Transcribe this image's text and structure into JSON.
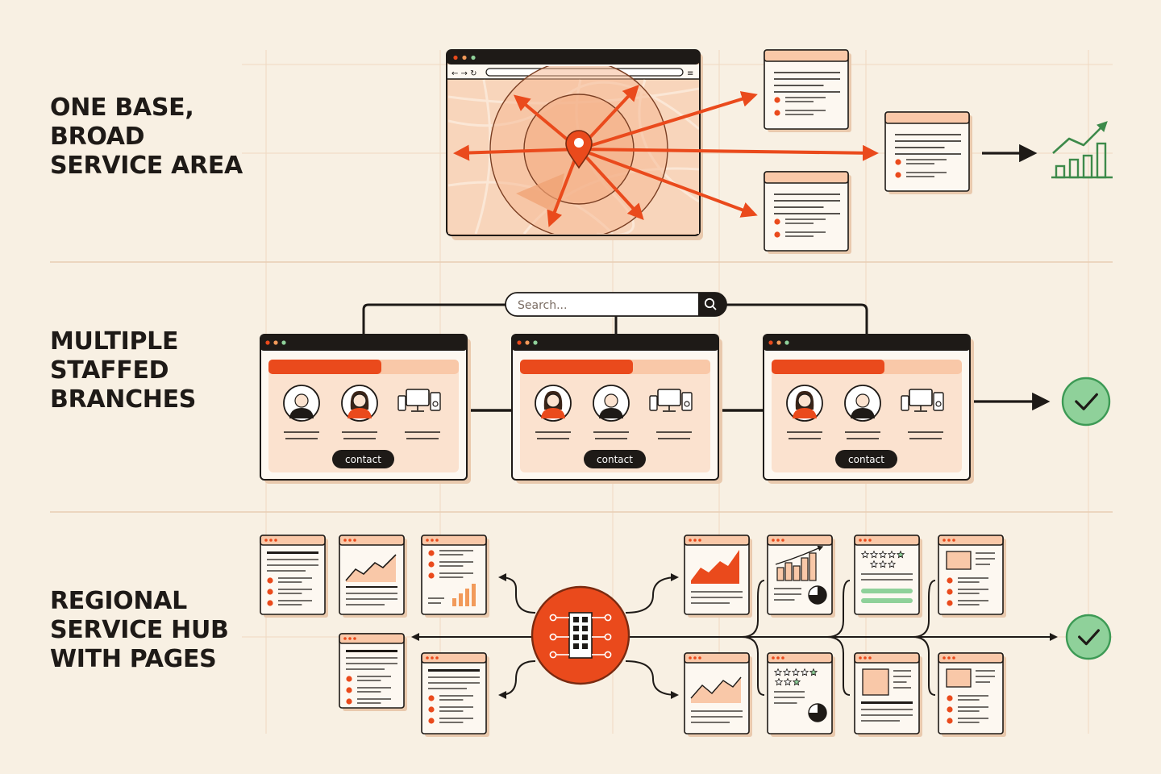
{
  "rows": [
    {
      "title_lines": [
        "ONE BASE,",
        "BROAD",
        "SERVICE AREA"
      ]
    },
    {
      "title_lines": [
        "MULTIPLE",
        "STAFFED",
        "BRANCHES"
      ]
    },
    {
      "title_lines": [
        "REGIONAL",
        "SERVICE HUB",
        "WITH PAGES"
      ]
    }
  ],
  "branches": {
    "search_placeholder": "Search...",
    "contact_label": "contact"
  },
  "colors": {
    "background": "#f8f0e3",
    "accent": "#ea4a1c",
    "accent_light": "#f9c8a8",
    "ink": "#1e1a17",
    "success": "#8fd19a",
    "success_stroke": "#3d9a55"
  },
  "icons": [
    "map-pin-icon",
    "growth-chart-icon",
    "search-icon",
    "person-icon",
    "devices-icon",
    "checkmark-icon",
    "building-icon",
    "star-rating-icon"
  ]
}
